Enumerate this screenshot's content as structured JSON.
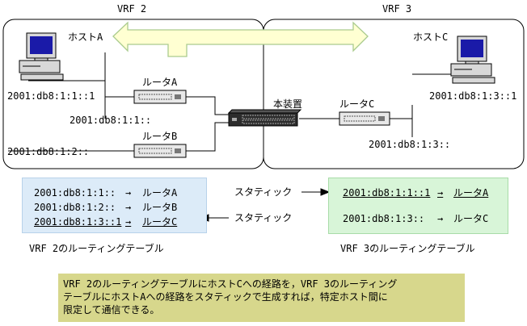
{
  "vrf_left_title": "VRF 2",
  "vrf_right_title": "VRF 3",
  "host_a": "ホストA",
  "host_c": "ホストC",
  "device": "本装置",
  "router_a": "ルータA",
  "router_b": "ルータB",
  "router_c": "ルータC",
  "addr_host_a": "2001:db8:1:1::1",
  "addr_net_a": "2001:db8:1:1::",
  "addr_net_b": "2001:db8:1:2::",
  "addr_host_c": "2001:db8:1:3::1",
  "addr_net_c": "2001:db8:1:3::",
  "table_left": {
    "rows": [
      {
        "dest": "2001:db8:1:1::",
        "arrow": "→",
        "via": "ルータA"
      },
      {
        "dest": "2001:db8:1:2::",
        "arrow": "→",
        "via": "ルータB"
      },
      {
        "dest": "2001:db8:1:3::1",
        "arrow": "→",
        "via": "ルータC"
      }
    ],
    "caption": "VRF 2のルーティングテーブル"
  },
  "table_right": {
    "rows": [
      {
        "dest": "2001:db8:1:1::1",
        "arrow": "→",
        "via": "ルータA"
      },
      {
        "dest": "2001:db8:1:3::",
        "arrow": "→",
        "via": "ルータC"
      }
    ],
    "caption": "VRF 3のルーティングテーブル"
  },
  "static_top": "スタティック",
  "static_bottom": "スタティック",
  "note_lines": [
    "VRF 2のルーティングテーブルにホストCへの経路を，VRF 3のルーティング",
    "テーブルにホストAへの経路をスタティックで生成すれば，特定ホスト間に",
    "限定して通信できる。"
  ],
  "colors": {
    "table_left_bg": "#dcebf8",
    "table_right_bg": "#d8f5d8",
    "note_bg": "#d7d78c",
    "flow_arrow_fill": "#ffffd2",
    "flow_arrow_stroke": "#aacb8e",
    "monitor_screen": "#1a1aa8"
  }
}
